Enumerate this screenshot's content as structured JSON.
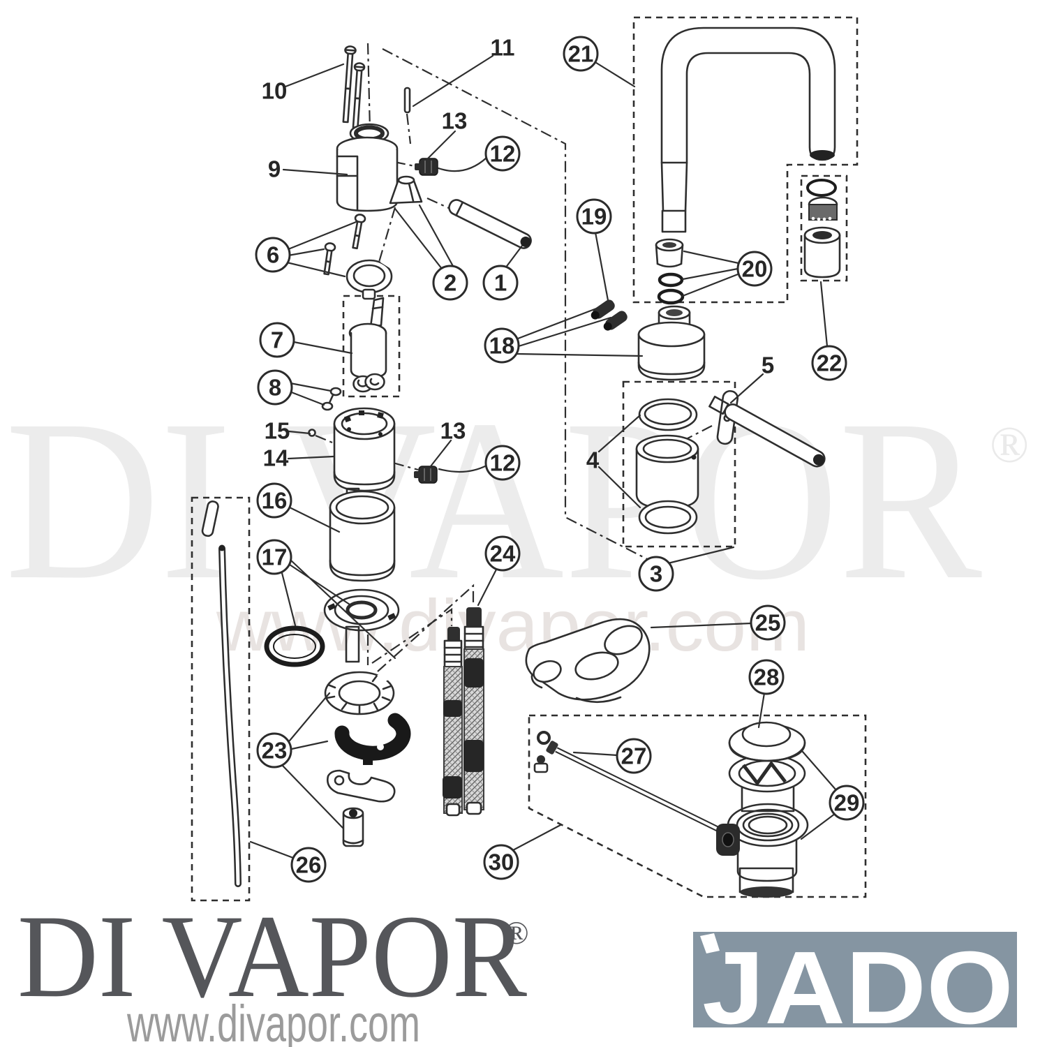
{
  "diagram": {
    "watermark": {
      "brand": "DI VAPOR",
      "registered": "®",
      "url": "www.divapor.com"
    },
    "callouts": [
      {
        "number": "1",
        "circled": true
      },
      {
        "number": "2",
        "circled": true
      },
      {
        "number": "3",
        "circled": true
      },
      {
        "number": "4",
        "circled": false
      },
      {
        "number": "5",
        "circled": false
      },
      {
        "number": "6",
        "circled": true
      },
      {
        "number": "7",
        "circled": true
      },
      {
        "number": "8",
        "circled": true
      },
      {
        "number": "9",
        "circled": false
      },
      {
        "number": "10",
        "circled": false
      },
      {
        "number": "11",
        "circled": false
      },
      {
        "number": "12",
        "circled": true
      },
      {
        "number": "13",
        "circled": false
      },
      {
        "number": "12",
        "circled": true
      },
      {
        "number": "13",
        "circled": false
      },
      {
        "number": "14",
        "circled": false
      },
      {
        "number": "15",
        "circled": false
      },
      {
        "number": "16",
        "circled": true
      },
      {
        "number": "17",
        "circled": true
      },
      {
        "number": "18",
        "circled": true
      },
      {
        "number": "19",
        "circled": true
      },
      {
        "number": "20",
        "circled": true
      },
      {
        "number": "21",
        "circled": true
      },
      {
        "number": "22",
        "circled": true
      },
      {
        "number": "23",
        "circled": true
      },
      {
        "number": "24",
        "circled": true
      },
      {
        "number": "25",
        "circled": true
      },
      {
        "number": "26",
        "circled": true
      },
      {
        "number": "27",
        "circled": true
      },
      {
        "number": "28",
        "circled": true
      },
      {
        "number": "29",
        "circled": true
      },
      {
        "number": "30",
        "circled": true
      }
    ]
  },
  "footer": {
    "brand": "DI VAPOR",
    "registered": "®",
    "url": "www.divapor.com",
    "partner_brand": "JADO"
  },
  "colors": {
    "line": "#2e2e2e",
    "watermark_brand": "#ececec",
    "watermark_url": "#e8e3e1",
    "footer_brand": "#55565a",
    "footer_url": "#9b9b9b",
    "jado_background": "#8595a2",
    "jado_text": "#ffffff"
  }
}
